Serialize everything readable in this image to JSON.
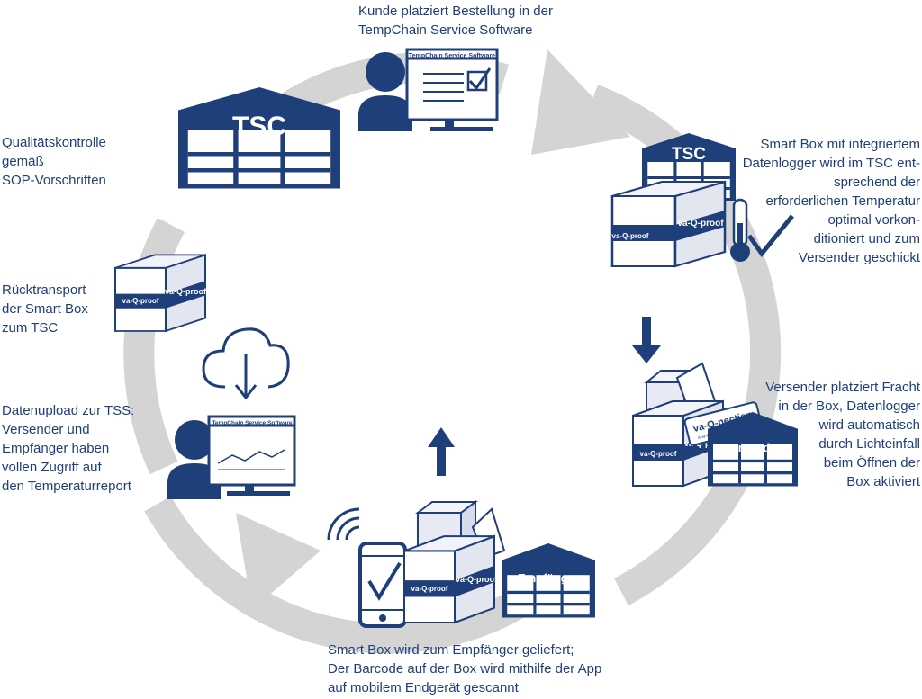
{
  "colors": {
    "navy": "#1f3f7a",
    "ring": "#d4d4d4",
    "box_light": "#ffffff",
    "box_shade": "#e4e6ef"
  },
  "software_title": "TempChain Service Software",
  "brand_box": "va-Q-proof",
  "brand_connection": "va-Q-nection",
  "brand_connection_sub": "A va-Q-tec TempChain Solution",
  "warehouses": {
    "tsc": "TSC",
    "sender": "Versender",
    "receiver": "Empfänger"
  },
  "captions": {
    "order": [
      "Kunde platziert Bestellung in der",
      "TempChain Service Software"
    ],
    "conditioning": [
      "Smart Box mit integriertem",
      "Datenlogger wird im TSC ent-",
      "sprechend der",
      "erforderlichen Temperatur",
      "optimal vorkon-",
      "ditioniert und zum",
      "Versender geschickt"
    ],
    "loading": [
      "Versender platziert Fracht",
      "in der Box, Datenlogger",
      "wird automatisch",
      "durch Lichteinfall",
      "beim Öffnen der",
      "Box aktiviert"
    ],
    "delivery": [
      "Smart Box wird zum Empfänger geliefert;",
      "Der Barcode auf der Box wird mithilfe der App",
      "auf mobilem Endgerät gescannt"
    ],
    "upload": [
      "Datenupload zur TSS:",
      "Versender und",
      "Empfänger haben",
      "vollen Zugriff auf",
      "den Temperaturreport"
    ],
    "return": [
      "Rücktransport",
      "der Smart Box",
      "zum TSC"
    ],
    "quality": [
      "Qualitätskontrolle",
      "gemäß",
      "SOP-Vorschriften"
    ]
  },
  "icons": [
    "person-icon",
    "monitor-icon",
    "checkbox-icon",
    "warehouse-icon",
    "box-icon",
    "thermometer-icon",
    "checkmark-icon",
    "arrow-down-icon",
    "arrow-up-icon",
    "smartphone-icon",
    "wifi-signal-icon",
    "cloud-upload-icon"
  ]
}
